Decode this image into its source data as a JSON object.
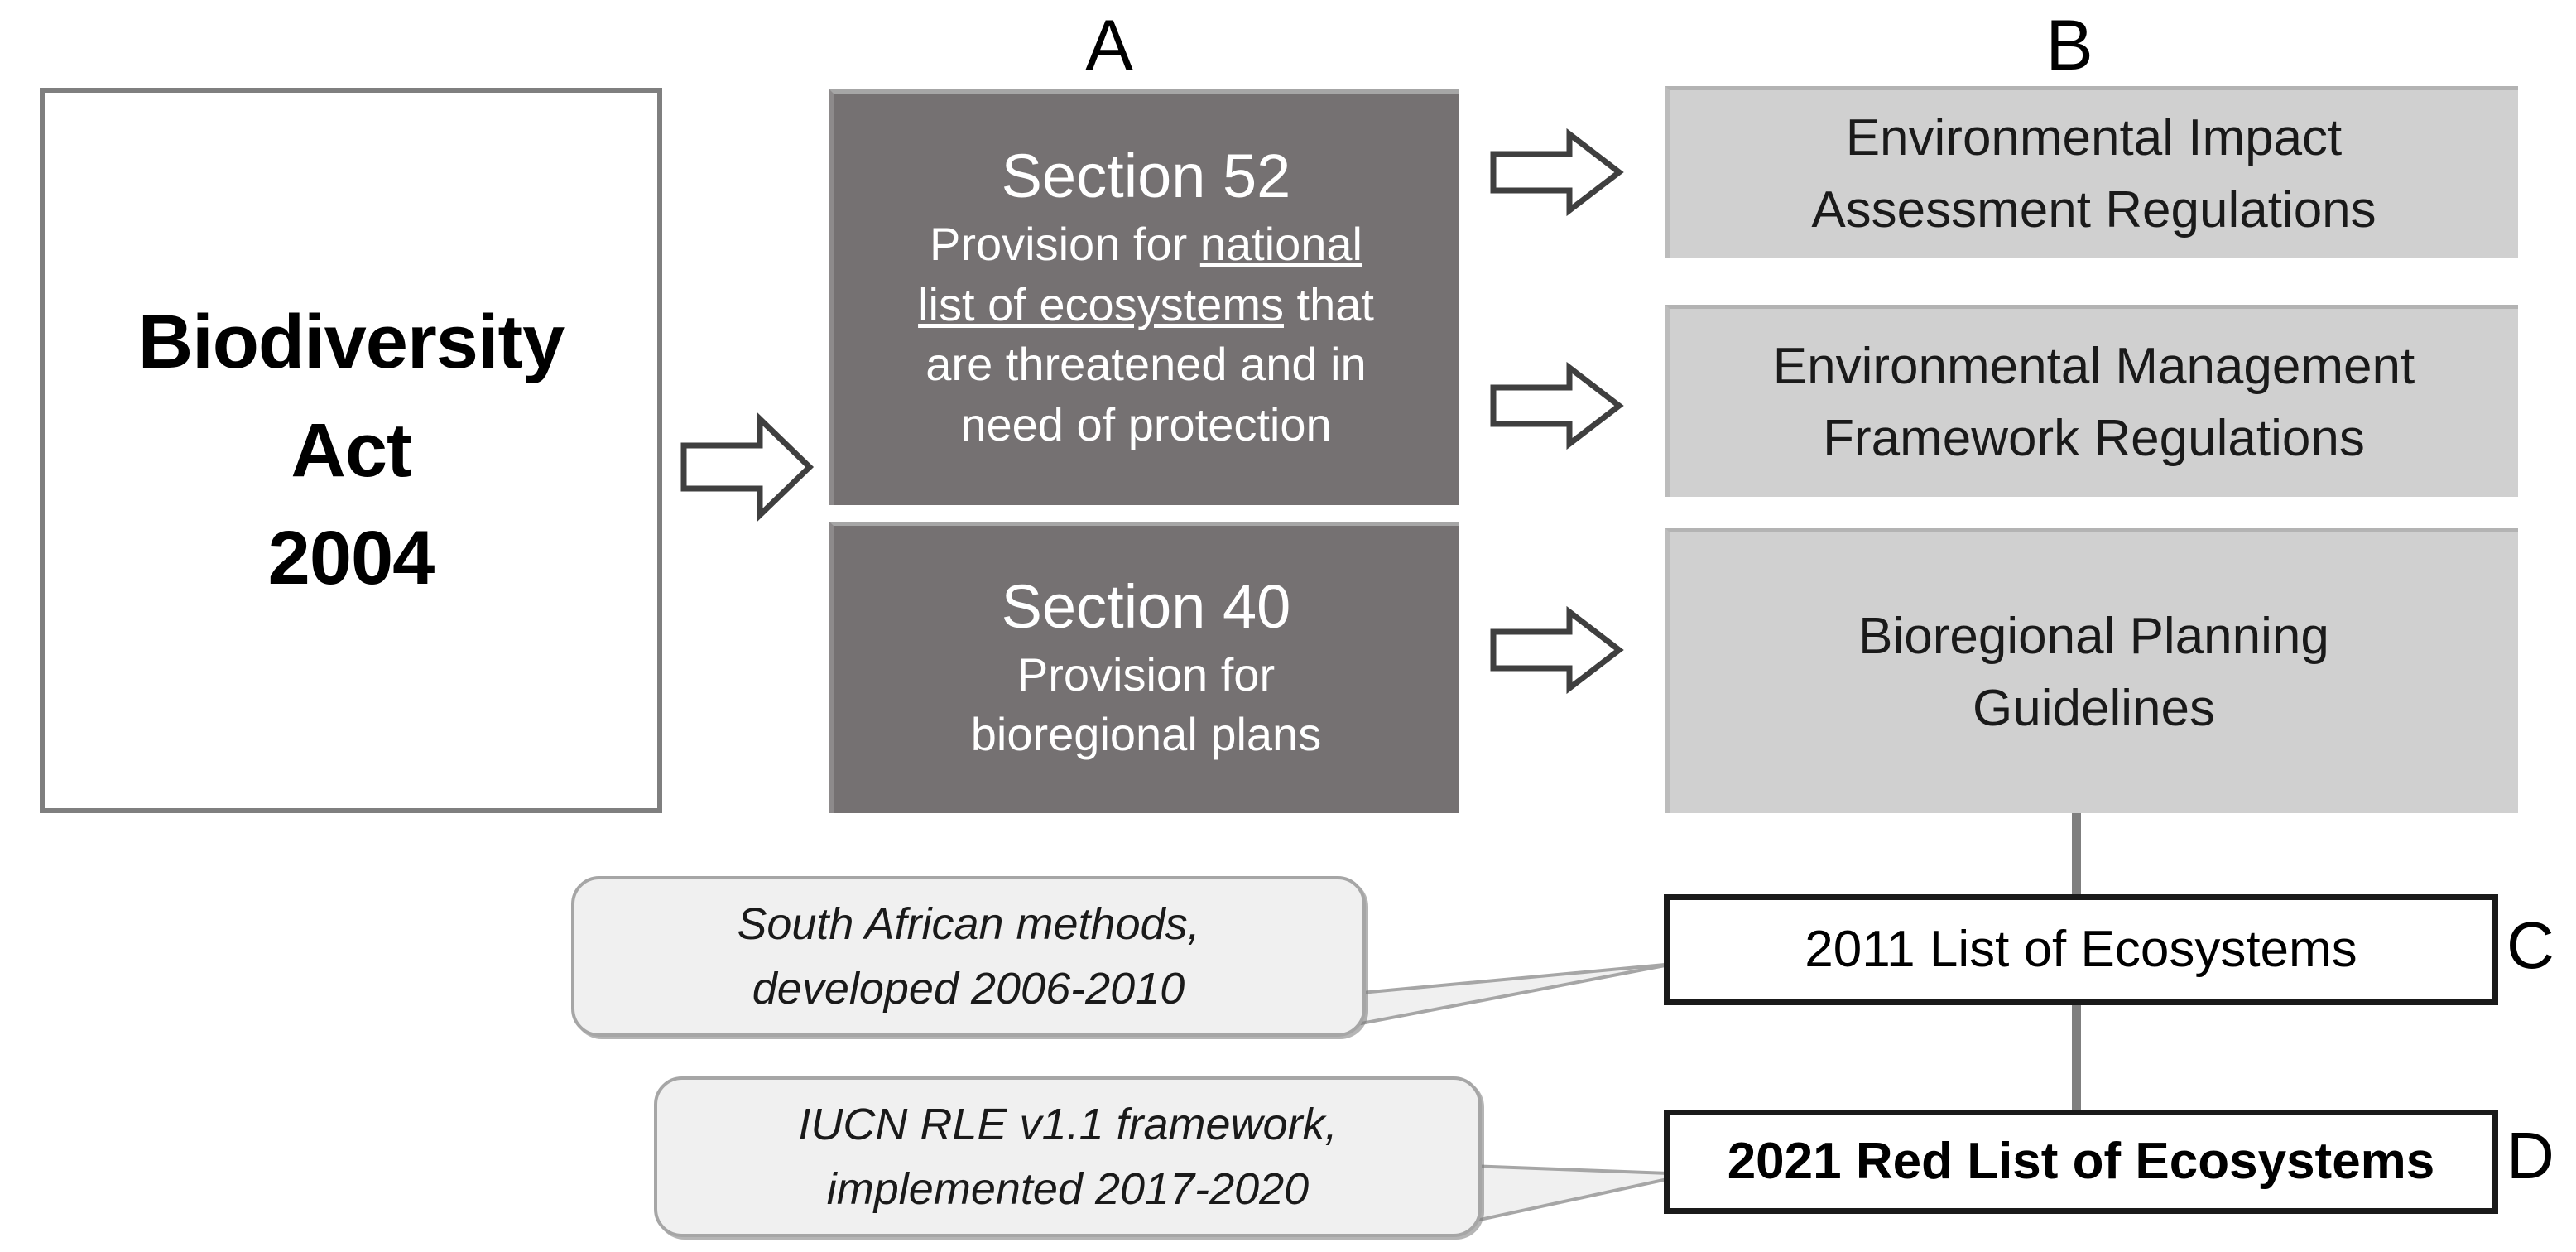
{
  "diagram": {
    "title": "Biodiversity Act 2004 legislative flow to ecosystem lists",
    "colors": {
      "section_box_fill": "#757172",
      "regulation_box_fill": "#d0d0d0",
      "act_box_border": "#7f7f7f",
      "outcome_box_border": "#1a1a1a",
      "callout_fill": "#f0f0f0",
      "callout_border": "#a6a6a6",
      "connector_line": "#7f7f7f",
      "arrow_outline": "#3f3f3f",
      "page_background": "#ffffff"
    }
  },
  "labels": {
    "a": "A",
    "b": "B",
    "c": "C",
    "d": "D"
  },
  "act": {
    "line1": "Biodiversity",
    "line2": "Act",
    "line3": "2004"
  },
  "sections": [
    {
      "id": "section-52",
      "title": "Section 52",
      "body_before": "Provision for ",
      "body_underlined": "national list of ecosystems",
      "body_after": " that are threatened and in need of protection",
      "body_line1_plain": "Provision for ",
      "body_line1_underlined": "national",
      "body_line2_underlined": "list of ecosystems",
      "body_line2_plain": " that",
      "body_line3": "are threatened and in",
      "body_line4": "need of protection"
    },
    {
      "id": "section-40",
      "title": "Section 40",
      "body_line1": "Provision for",
      "body_line2": "bioregional plans"
    }
  ],
  "regulations": [
    {
      "id": "eia",
      "line1": "Environmental Impact",
      "line2": "Assessment  Regulations"
    },
    {
      "id": "emf",
      "line1": "Environmental Management",
      "line2": "Framework Regulations"
    },
    {
      "id": "bpg",
      "line1": "Bioregional Planning",
      "line2": "Guidelines"
    }
  ],
  "outcomes": [
    {
      "id": "list-2011",
      "text": "2011 List of Ecosystems",
      "label": "C",
      "bold": false
    },
    {
      "id": "red-list-2021",
      "text": "2021 Red List of Ecosystems",
      "label": "D",
      "bold": true
    }
  ],
  "callouts": [
    {
      "id": "sa-methods",
      "line1": "South African methods,",
      "line2": "developed 2006-2010"
    },
    {
      "id": "iucn-rle",
      "line1": "IUCN RLE v1.1 framework,",
      "line2": "implemented 2017-2020"
    }
  ],
  "arrows": {
    "act_to_sections": "block-arrow-right",
    "section52_to_eia": "block-arrow-right",
    "section52_to_emf": "block-arrow-right",
    "section40_to_bpg": "block-arrow-right"
  }
}
